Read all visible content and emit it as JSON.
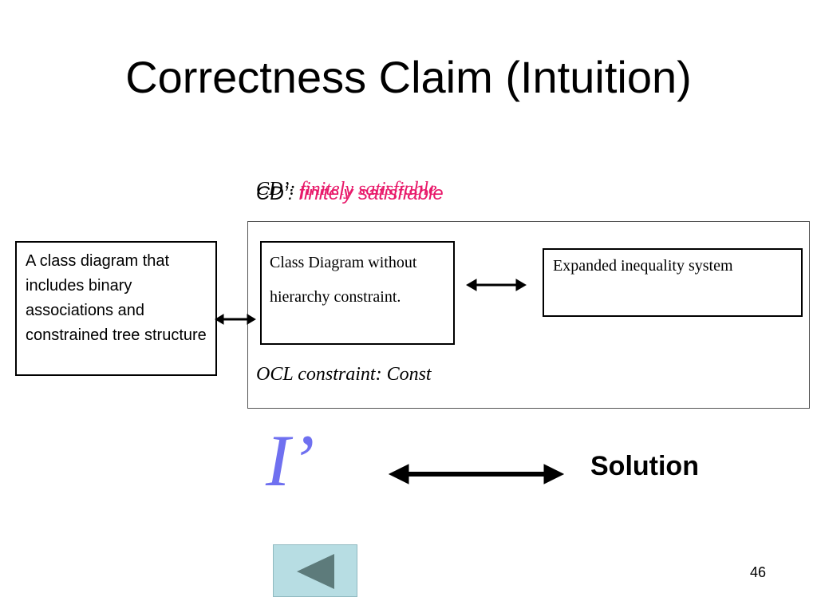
{
  "slide": {
    "title": "Correctness Claim (Intuition)",
    "cd_label": "CD’: ",
    "cd_status": "finitely satisfiable",
    "left_box_text": "A class diagram that includes binary associations and constrained tree structure",
    "middle_box_text": "Class Diagram without hierarchy constraint.",
    "right_box_text": "Expanded inequality system",
    "ocl_constraint": "OCL constraint: Const",
    "i_prime": "I’",
    "solution": "Solution",
    "page_number": "46"
  },
  "colors": {
    "accent_magenta": "#e8196a",
    "i_prime_blue": "#6f70f0",
    "nav_button_bg": "#b7dde3",
    "nav_arrow": "#5d7b7b"
  },
  "icons": {
    "back_nav": "triangle-left-icon"
  }
}
